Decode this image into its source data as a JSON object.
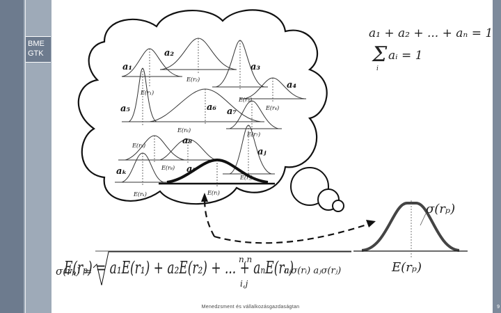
{
  "sidebar": {
    "brand_line1": "BME",
    "brand_line2": "GTK"
  },
  "constraints": {
    "sum_line": "a₁ + a₂ + ... + aₙ = 1",
    "sigma_sum": "aᵢ = 1",
    "sigma_index": "i"
  },
  "cloud_labels": {
    "a1": "a₁",
    "a2": "a₂",
    "a3": "a₃",
    "a4": "a₄",
    "a5": "a₅",
    "a6": "a₆",
    "a7": "a₇",
    "a8": "a₈",
    "aj": "aⱼ",
    "ak": "aₖ",
    "al": "aₗ",
    "e1": "E(r₁)",
    "e2": "E(r₂)",
    "e3": "E(r₃)",
    "e4": "E(r₄)",
    "e6": "E(r₆)",
    "e5": "E(r₅)",
    "e7": "E(r₇)",
    "e8": "E(r₈)",
    "ej": "E(rⱼ)",
    "ek": "E(rₖ)",
    "el": "E(rₗ)"
  },
  "portfolio_curve": {
    "sigma_label": "σ(rₚ)",
    "mean_label": "E(rₚ)"
  },
  "formulas": {
    "expected_return": "E(rₚ) = a₁E(r₁) + a₂E(r₂) + ... + aₙE(rₙ)",
    "std_dev_prefix": "σ(rₚ) =",
    "std_dev_body": "aᵢσ(rᵢ) aⱼσ(rⱼ)",
    "sum_top": "n,n",
    "sum_bottom": "i,j"
  },
  "footer": {
    "text": "Menedzsment és vállalkozásgazdaságtan",
    "page": "9"
  }
}
